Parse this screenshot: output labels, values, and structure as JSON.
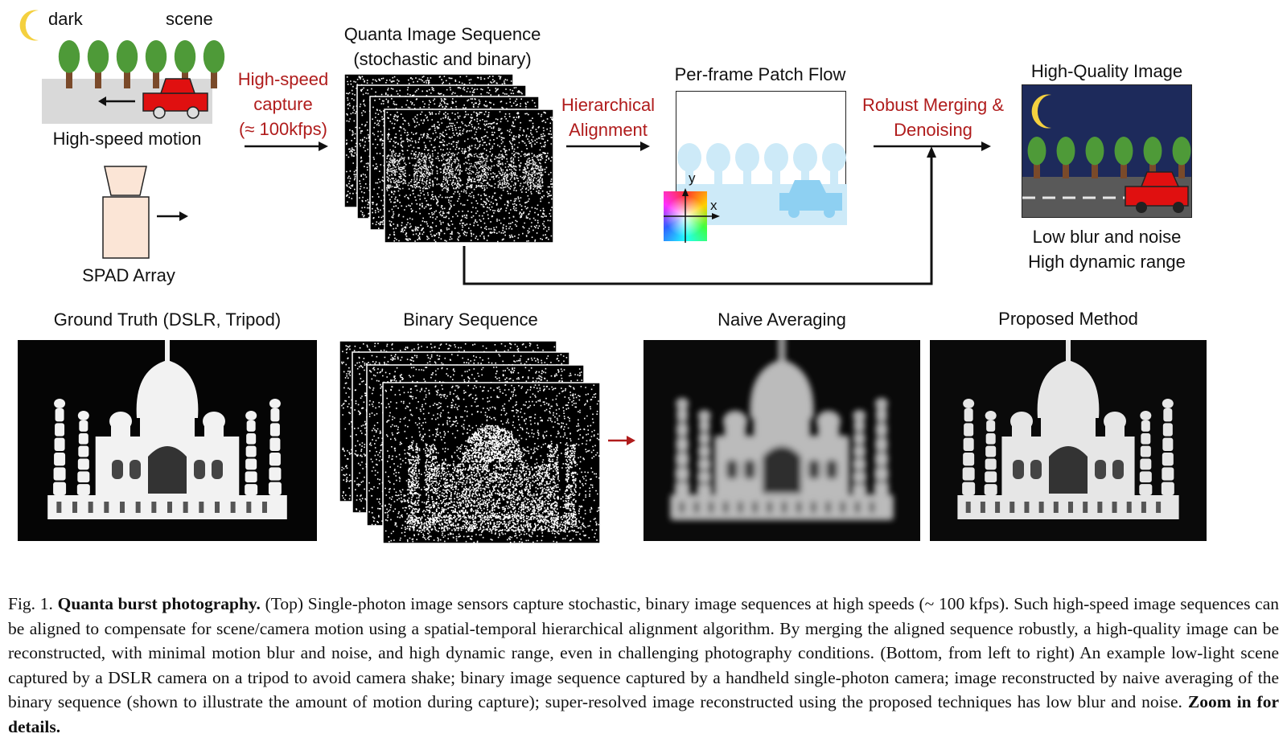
{
  "top": {
    "dark_label": "dark",
    "scene_label": "scene",
    "motion_label": "High-speed motion",
    "spad_label": "SPAD Array",
    "capture_label": [
      "High-speed",
      "capture",
      "(≈ 100kfps)"
    ],
    "sequence_title": [
      "Quanta Image Sequence",
      "(stochastic and binary)"
    ],
    "alignment_label": [
      "Hierarchical",
      "Alignment"
    ],
    "flow_title": "Per-frame Patch Flow",
    "axis_x": "x",
    "axis_y": "y",
    "merging_label": [
      "Robust Merging &",
      "Denoising"
    ],
    "hq_title": "High-Quality Image",
    "hq_desc": [
      "Low blur and noise",
      "High dynamic range"
    ]
  },
  "bottom": {
    "gt_title": "Ground Truth (DSLR, Tripod)",
    "binary_title": "Binary Sequence",
    "naive_title": "Naive Averaging",
    "proposed_title": "Proposed Method"
  },
  "caption": {
    "fig": "Fig. 1.",
    "title": "Quanta burst photography.",
    "body": " (Top) Single-photon image sensors capture stochastic, binary image sequences at high speeds (~ 100 kfps). Such high-speed image sequences can be aligned to compensate for scene/camera motion using a spatial-temporal hierarchical alignment algorithm. By merging the aligned sequence robustly, a high-quality image can be reconstructed, with minimal motion blur and noise, and high dynamic range, even in challenging photography conditions. (Bottom, from left to right) An example low-light scene captured by a DSLR camera on a tripod to avoid camera shake; binary image sequence captured by a handheld single-photon camera; image reconstructed by naive averaging of the binary sequence (shown to illustrate the amount of motion during capture); super-resolved image reconstructed using the proposed techniques has low blur and noise.",
    "zoom": "Zoom in for details."
  },
  "colors": {
    "accent_red": "#b01c1c",
    "tree_green": "#4e9a38",
    "trunk_brown": "#7a4a2a",
    "car_red": "#e01010",
    "moon_yellow": "#f4d03f",
    "night_sky": "#1d2a5b",
    "flow_blue": "#cdeaf8"
  }
}
